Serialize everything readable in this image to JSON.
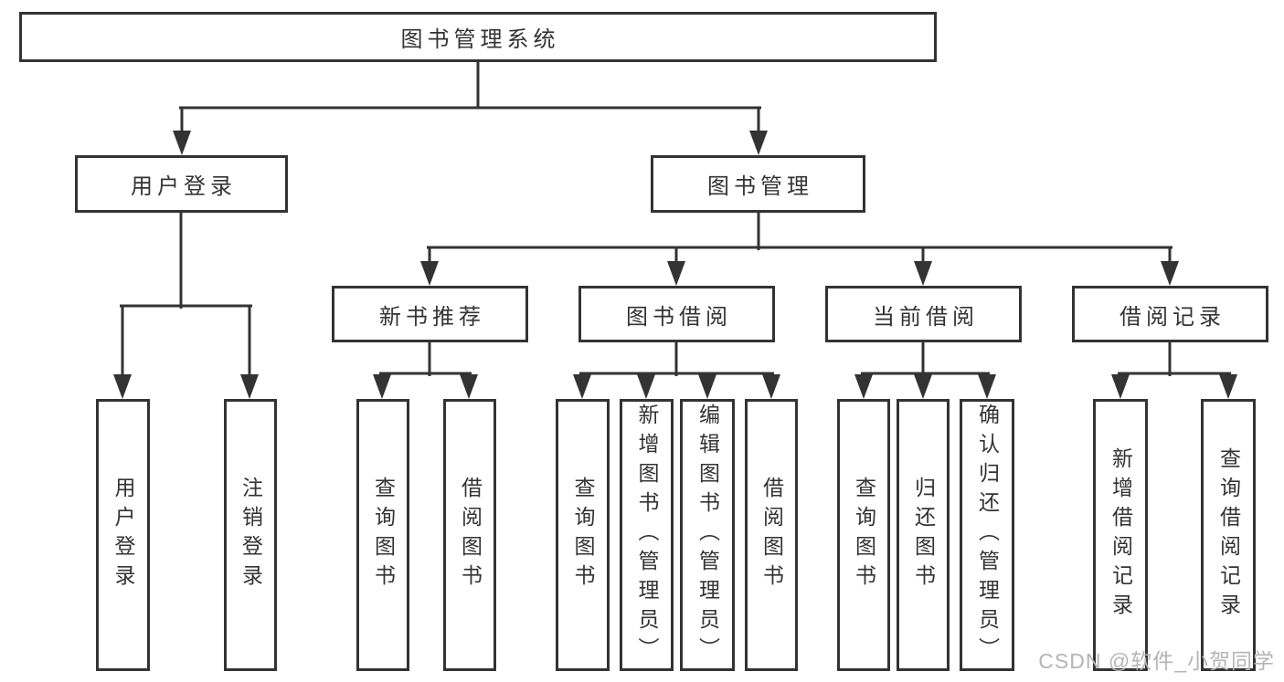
{
  "diagram": {
    "type": "hierarchy-tree",
    "colors": {
      "background": "#ffffff",
      "line": "#333333",
      "text": "#333333",
      "watermark_text": "#b5b5b5"
    },
    "tree": {
      "label": "图书管理系统",
      "children": [
        {
          "label": "用户登录",
          "children": [
            {
              "label": "用户登录"
            },
            {
              "label": "注销登录"
            }
          ]
        },
        {
          "label": "图书管理",
          "children": [
            {
              "label": "新书推荐",
              "children": [
                {
                  "label": "查询图书"
                },
                {
                  "label": "借阅图书"
                }
              ]
            },
            {
              "label": "图书借阅",
              "children": [
                {
                  "label": "查询图书"
                },
                {
                  "label": "新增图书（管理员）"
                },
                {
                  "label": "编辑图书（管理员）"
                },
                {
                  "label": "借阅图书"
                }
              ]
            },
            {
              "label": "当前借阅",
              "children": [
                {
                  "label": "查询图书"
                },
                {
                  "label": "归还图书"
                },
                {
                  "label": "确认归还（管理员）"
                }
              ]
            },
            {
              "label": "借阅记录",
              "children": [
                {
                  "label": "新增借阅记录"
                },
                {
                  "label": "查询借阅记录"
                }
              ]
            }
          ]
        }
      ]
    },
    "watermark": "CSDN @软件_小贺同学"
  }
}
